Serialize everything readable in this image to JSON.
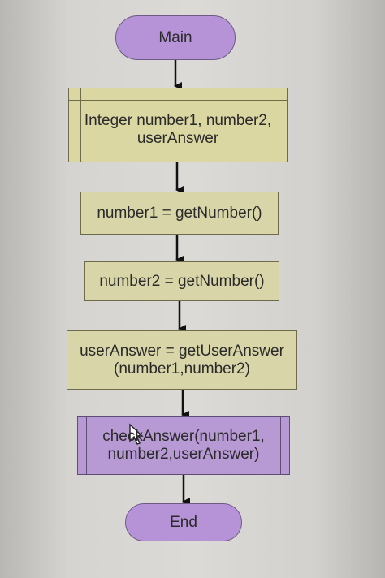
{
  "flowchart": {
    "start_label": "Main",
    "declare_label": "Integer number1, number2,\nuserAnswer",
    "assign1_label": "number1 = getNumber()",
    "assign2_label": "number2 = getNumber()",
    "assign3_label": "userAnswer = getUserAnswer\n(number1,number2)",
    "call_label": "checkAnswer(number1,\nnumber2,userAnswer)",
    "end_label": "End"
  },
  "colors": {
    "terminal": "#b693d6",
    "process": "#d8d6a8",
    "module_call": "#b799d4"
  }
}
